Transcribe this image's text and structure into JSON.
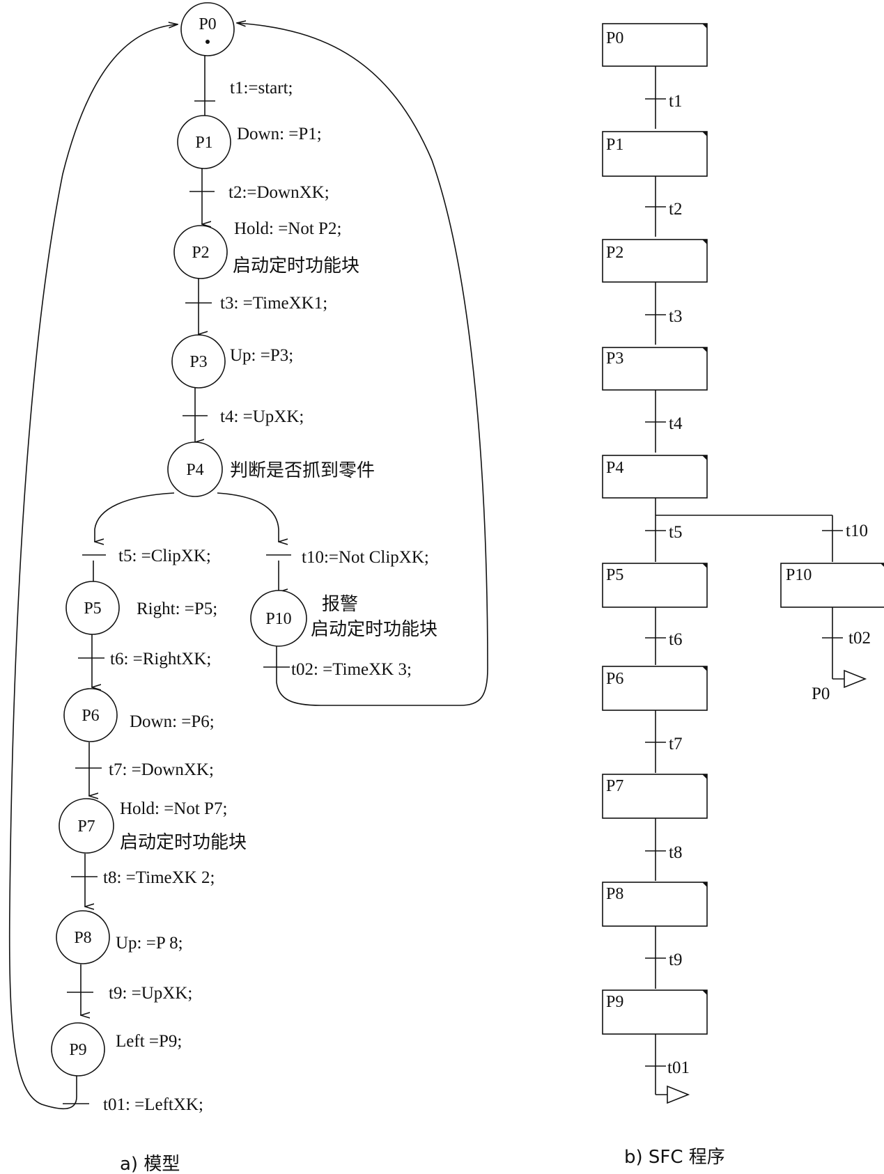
{
  "model": {
    "caption": "a) 模型",
    "places": {
      "P0": "P0",
      "P1": "P1",
      "P2": "P2",
      "P3": "P3",
      "P4": "P4",
      "P5": "P5",
      "P6": "P6",
      "P7": "P7",
      "P8": "P8",
      "P9": "P9",
      "P10": "P10"
    },
    "transitions": {
      "t1": "t1:=start;",
      "t2": "t2:=DownXK;",
      "t3": "t3: =TimeXK1;",
      "t4": "t4: =UpXK;",
      "t5": "t5: =ClipXK;",
      "t10": "t10:=Not ClipXK;",
      "t6": "t6: =RightXK;",
      "t02": "t02: =TimeXK 3;",
      "t7": "t7: =DownXK;",
      "t8": "t8: =TimeXK 2;",
      "t9": "t9: =UpXK;",
      "t01": "t01: =LeftXK;"
    },
    "actions": {
      "P1": "Down: =P1;",
      "P2_a": "Hold: =Not   P2;",
      "P2_b": "启动定时功能块",
      "P3": "Up: =P3;",
      "P4": "判断是否抓到零件",
      "P5": "Right: =P5;",
      "P10_a": "报警",
      "P10_b": "启动定时功能块",
      "P6": "Down: =P6;",
      "P7_a": "Hold:  =Not   P7;",
      "P7_b": "启动定时功能块",
      "P8": "Up: =P 8;",
      "P9": "Left      =P9;"
    }
  },
  "sfc": {
    "caption": "b) SFC 程序",
    "steps": {
      "P0": "P0",
      "P1": "P1",
      "P2": "P2",
      "P3": "P3",
      "P4": "P4",
      "P5": "P5",
      "P6": "P6",
      "P7": "P7",
      "P8": "P8",
      "P9": "P9",
      "P10": "P10"
    },
    "transitions": {
      "t1": "t1",
      "t2": "t2",
      "t3": "t3",
      "t4": "t4",
      "t5": "t5",
      "t10": "t10",
      "t6": "t6",
      "t02": "t02",
      "t7": "t7",
      "t8": "t8",
      "t9": "t9",
      "t01": "t01"
    },
    "jump_target": "P0"
  }
}
